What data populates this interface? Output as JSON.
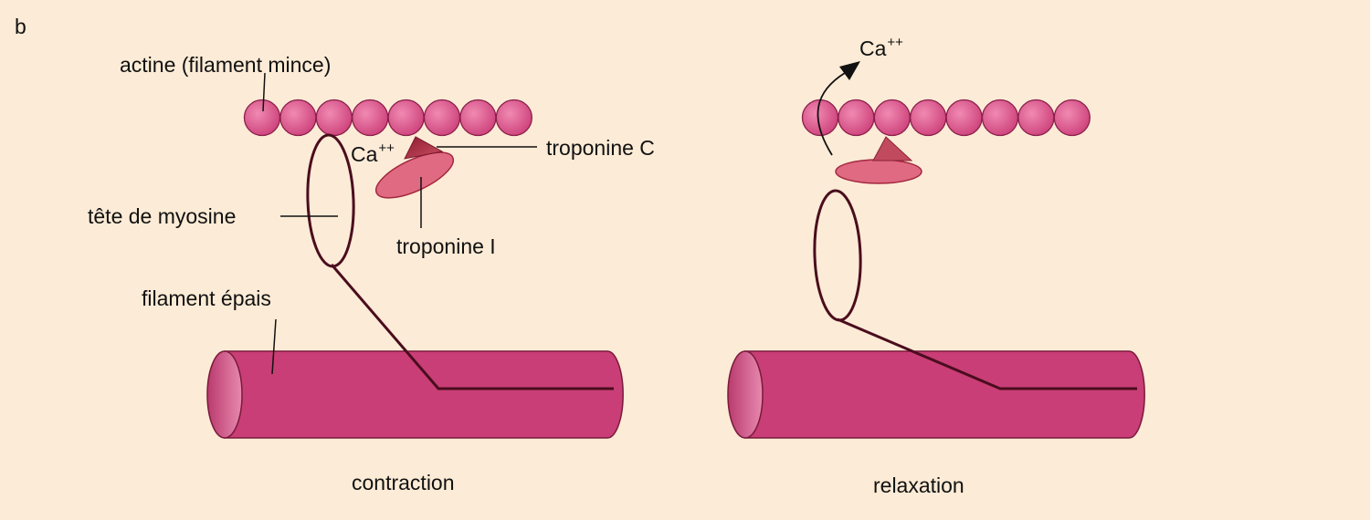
{
  "panel_letter": "b",
  "colors": {
    "background": "#fcebd6",
    "actin": "#d64f85",
    "filament": "#c93e76",
    "troponin_i": "#df6a82",
    "troponin_c": "#a3283f",
    "outline": "#4a0d1e"
  },
  "labels": {
    "actin": "actine (filament mince)",
    "troponin_c": "troponine C",
    "troponin_i": "troponine I",
    "myosin_head": "tête de myosine",
    "thick_filament": "filament épais",
    "calcium": "Ca",
    "calcium_charge": "++"
  },
  "panels": {
    "contraction": {
      "caption": "contraction"
    },
    "relaxation": {
      "caption": "relaxation"
    }
  }
}
